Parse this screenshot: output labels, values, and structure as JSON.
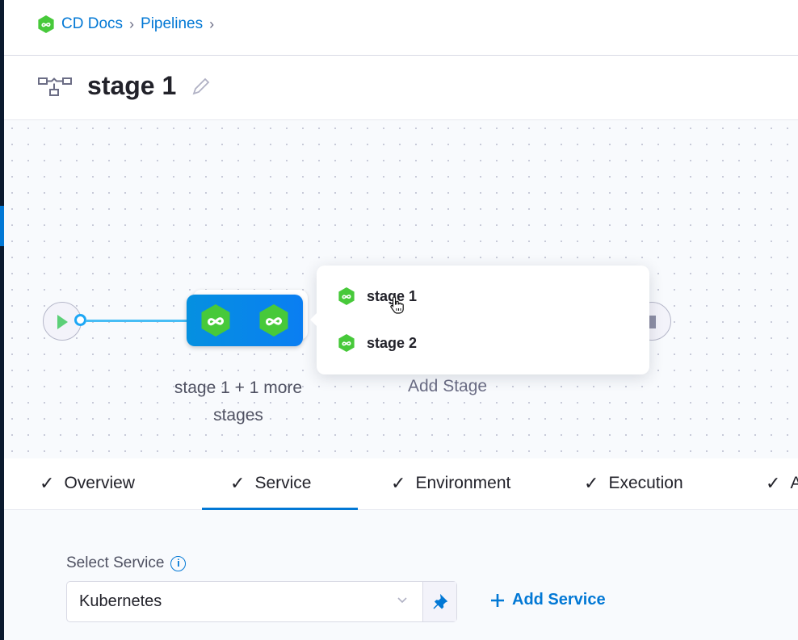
{
  "breadcrumb": {
    "items": [
      "CD Docs",
      "Pipelines"
    ]
  },
  "header": {
    "title": "stage 1"
  },
  "canvas": {
    "group_label": "stage 1 + 1 more stages",
    "add_stage": "Add Stage",
    "popup_items": [
      "stage 1",
      "stage 2"
    ]
  },
  "tabs": [
    {
      "label": "Overview"
    },
    {
      "label": "Service",
      "active": true
    },
    {
      "label": "Environment"
    },
    {
      "label": "Execution"
    },
    {
      "label": "A"
    }
  ],
  "service": {
    "label": "Select Service",
    "value": "Kubernetes",
    "add_label": "Add Service"
  },
  "colors": {
    "accent": "#0278d5",
    "cd_green": "#3dc23d"
  }
}
